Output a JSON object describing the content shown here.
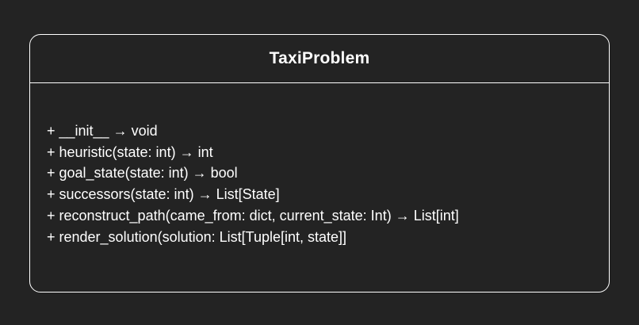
{
  "colors": {
    "background": "#232323",
    "stroke": "#ffffff",
    "text": "#ffffff"
  },
  "uml_class": {
    "name": "TaxiProblem",
    "methods": [
      "+ __init__ → void",
      "+ heuristic(state: int) → int",
      "+ goal_state(state: int) → bool",
      "+ successors(state: int) → List[State]",
      "+ reconstruct_path(came_from: dict, current_state: Int) → List[int]",
      "+ render_solution(solution: List[Tuple[int, state]]"
    ]
  }
}
